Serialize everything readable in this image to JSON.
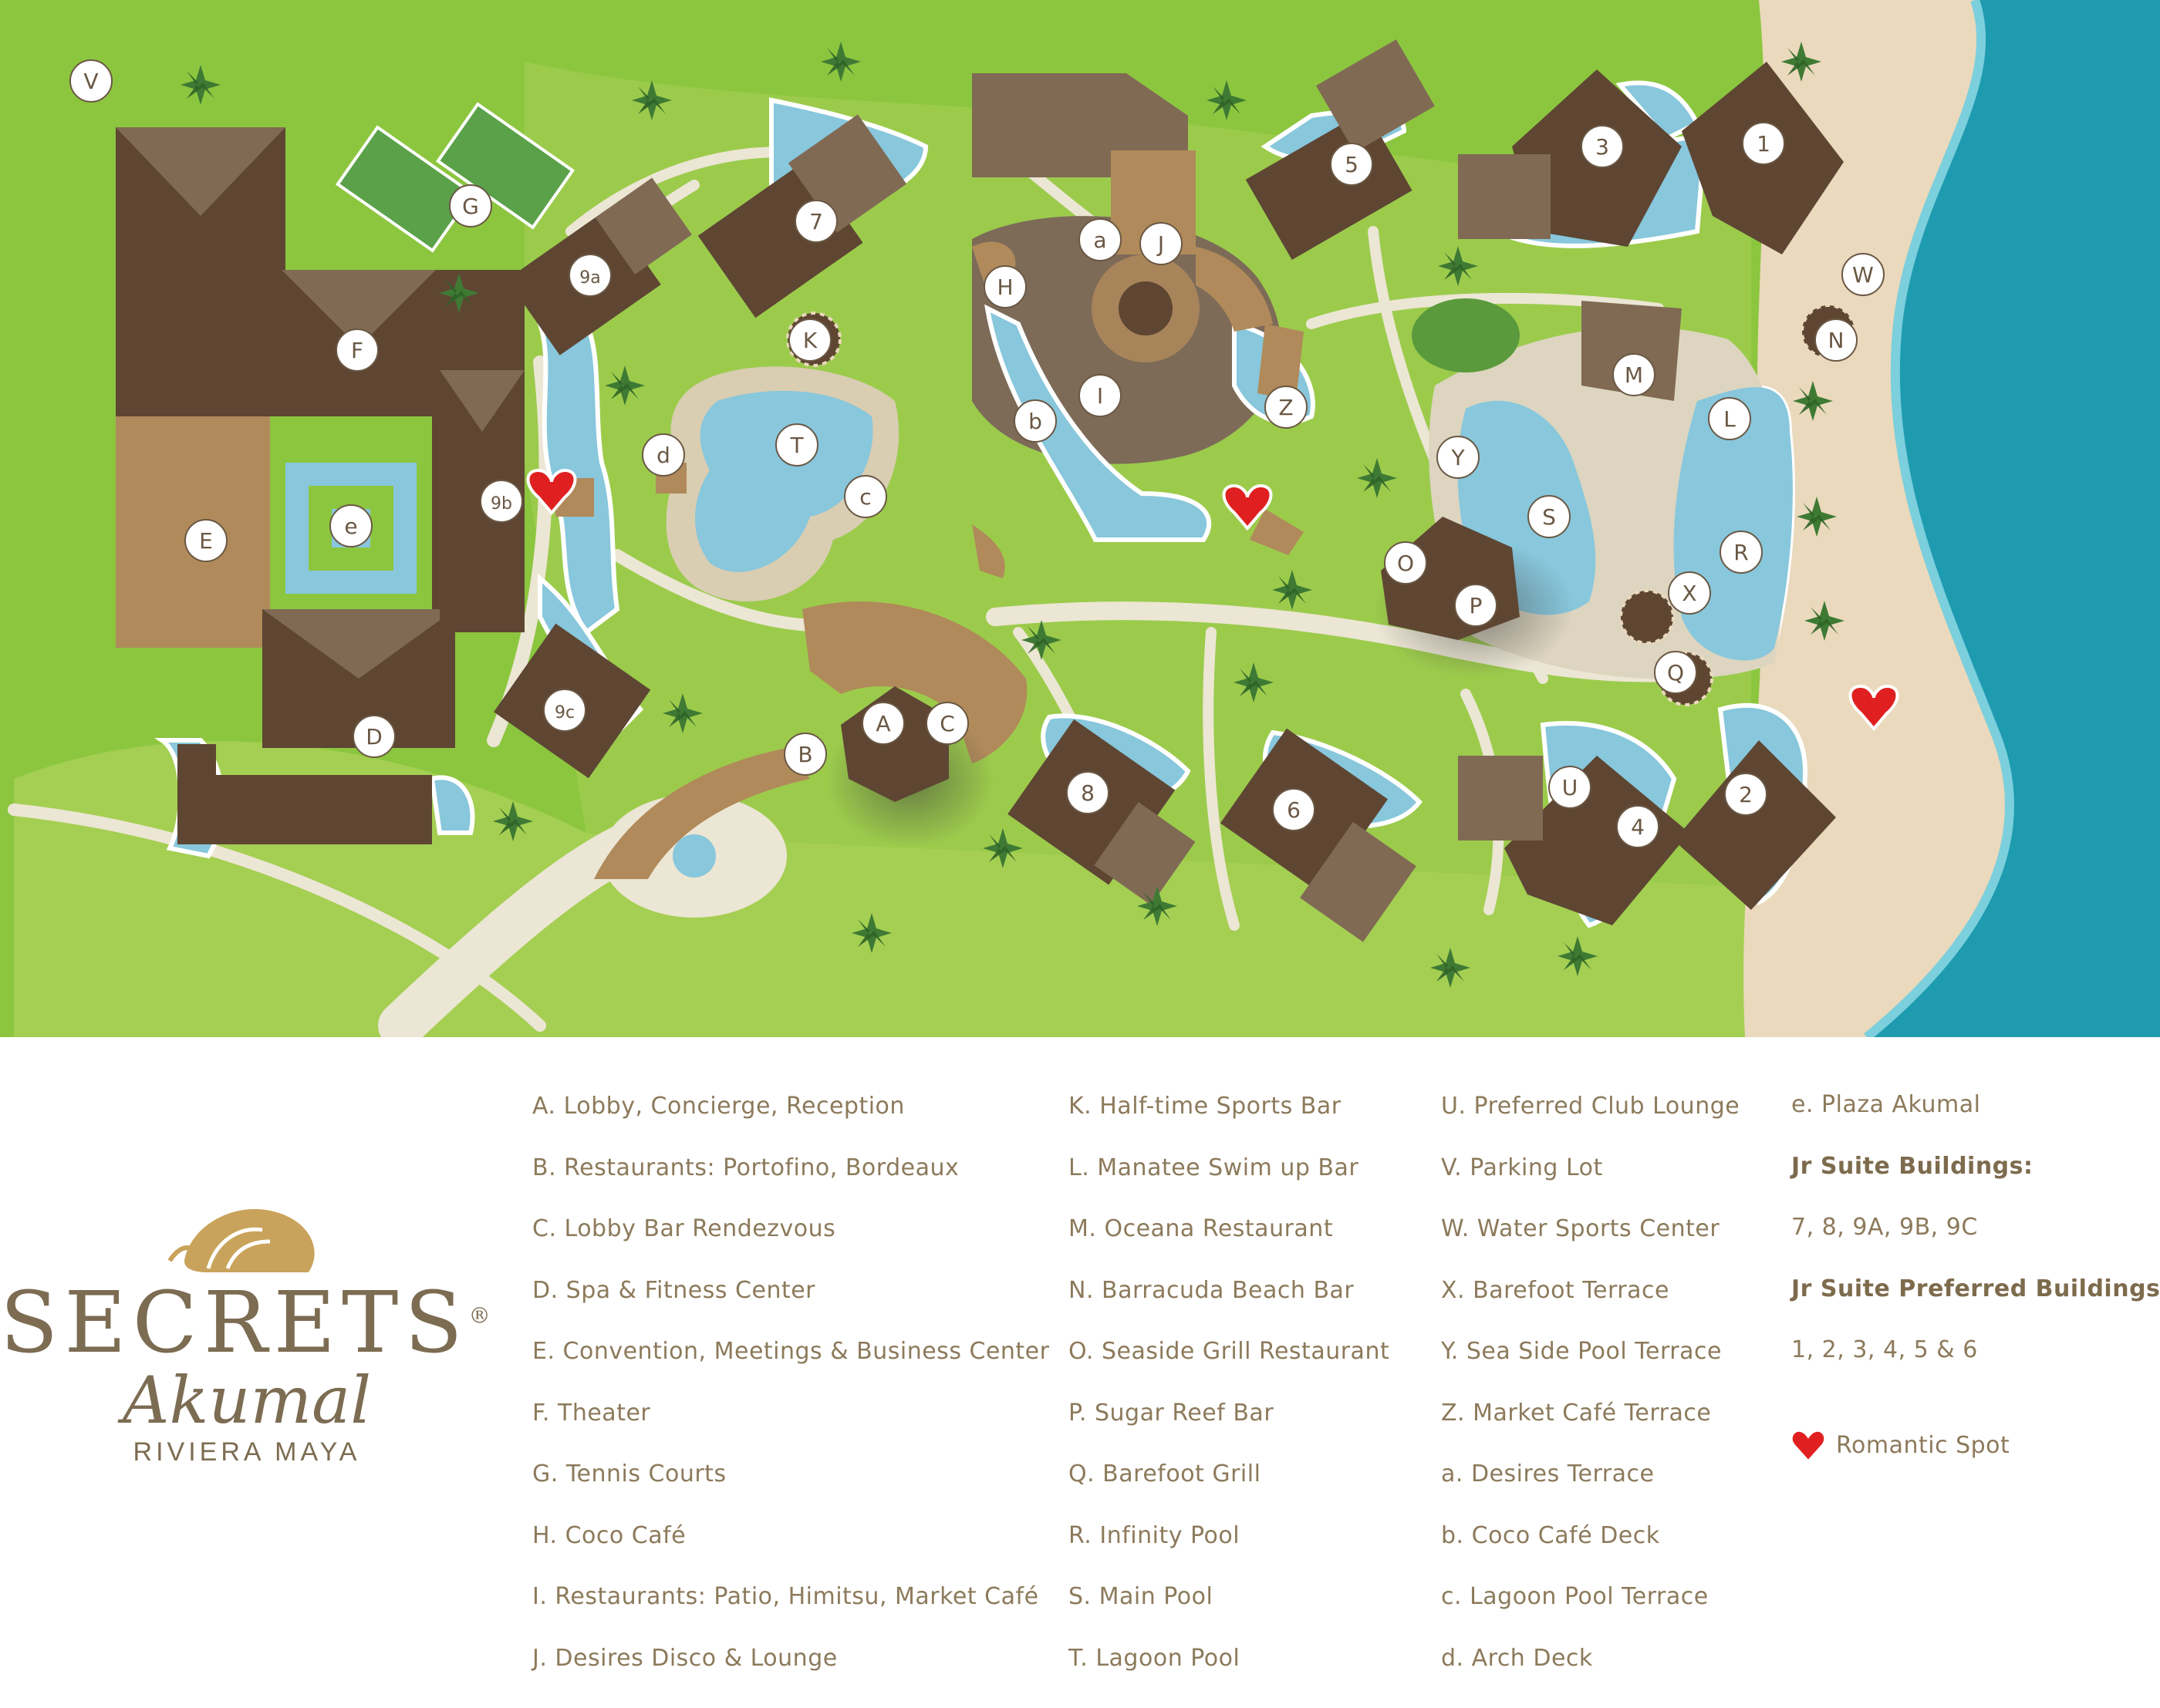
{
  "colors": {
    "grass": "#8cc63f",
    "lawn": "#a4cf52",
    "water": "#88c7dc",
    "sea": "#1f9bb0",
    "sand": "#ead9bc",
    "path": "#ece6d4",
    "roof_dark": "#5e4633",
    "roof_light": "#806a54",
    "deck": "#b08a5a",
    "text": "#8c7a5b",
    "heart": "#e02020"
  },
  "brand": {
    "name": "SECRETS",
    "registered": "®",
    "location": "Akumal",
    "region": "RIVIERA MAYA"
  },
  "map_labels": [
    "V",
    "G",
    "F",
    "E",
    "D",
    "9a",
    "9b",
    "9c",
    "e",
    "d",
    "7",
    "K",
    "T",
    "c",
    "H",
    "a",
    "J",
    "b",
    "I",
    "Z",
    "5",
    "3",
    "1",
    "W",
    "N",
    "M",
    "L",
    "Y",
    "S",
    "O",
    "P",
    "R",
    "X",
    "Q",
    "A",
    "C",
    "B",
    "8",
    "6",
    "U",
    "4",
    "2"
  ],
  "legend": {
    "col1": [
      "A. Lobby, Concierge, Reception",
      "B. Restaurants: Portofino, Bordeaux",
      "C. Lobby Bar Rendezvous",
      "D. Spa & Fitness Center",
      "E. Convention, Meetings & Business Center",
      "F. Theater",
      "G. Tennis Courts",
      "H. Coco Café",
      "I. Restaurants: Patio, Himitsu, Market Café",
      "J. Desires Disco & Lounge"
    ],
    "col2": [
      "K. Half-time Sports Bar",
      "L. Manatee Swim up Bar",
      "M. Oceana Restaurant",
      "N. Barracuda Beach Bar",
      "O. Seaside Grill Restaurant",
      "P. Sugar Reef Bar",
      "Q. Barefoot Grill",
      "R. Infinity Pool",
      "S. Main Pool",
      "T. Lagoon Pool"
    ],
    "col3": [
      "U. Preferred Club Lounge",
      "V. Parking Lot",
      "W. Water Sports Center",
      "X. Barefoot Terrace",
      "Y. Sea Side Pool Terrace",
      "Z. Market Café Terrace",
      "a. Desires Terrace",
      "b. Coco Café Deck",
      "c. Lagoon Pool Terrace",
      "d. Arch Deck"
    ],
    "col4_item": "e. Plaza Akumal",
    "jr_suite_heading": "Jr Suite Buildings:",
    "jr_suite_list": "7, 8, 9A, 9B, 9C",
    "jr_preferred_heading": "Jr Suite Preferred Buildings:",
    "jr_preferred_list": "1, 2, 3, 4, 5 & 6",
    "romantic": "Romantic Spot"
  }
}
